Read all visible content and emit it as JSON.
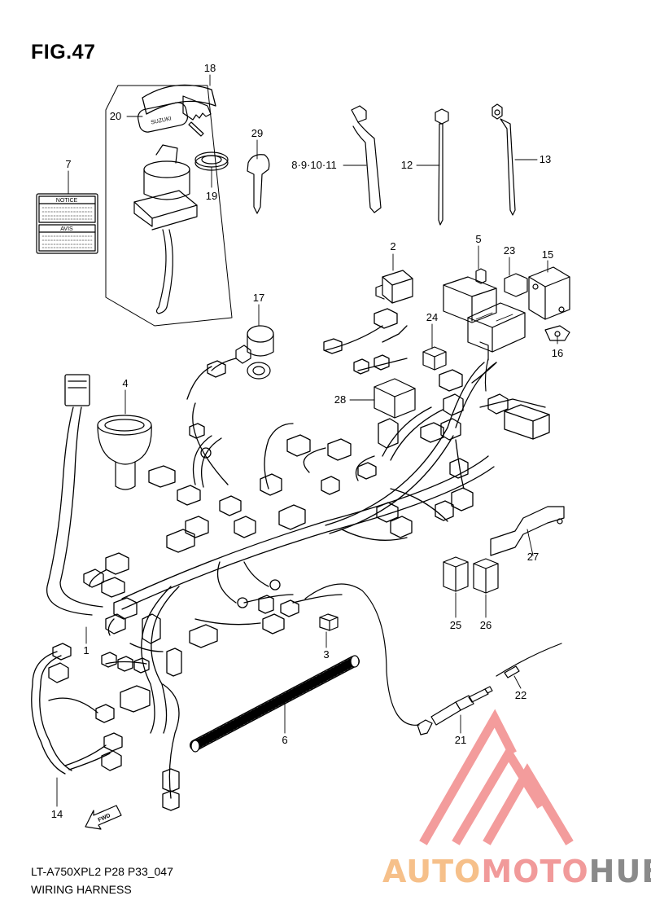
{
  "figure": {
    "title": "FIG.47",
    "code": "LT-A750XPL2 P28 P33_047",
    "name": "WIRING HARNESS"
  },
  "labels": {
    "notice": "NOTICE",
    "avis": "AVIS",
    "fwd": "FWD",
    "key_brand": "SUZUKI"
  },
  "callouts": [
    {
      "id": "c1",
      "text": "1"
    },
    {
      "id": "c2",
      "text": "2"
    },
    {
      "id": "c3",
      "text": "3"
    },
    {
      "id": "c4",
      "text": "4"
    },
    {
      "id": "c5",
      "text": "5"
    },
    {
      "id": "c6",
      "text": "6"
    },
    {
      "id": "c7",
      "text": "7"
    },
    {
      "id": "c8",
      "text": "8·9·10·11"
    },
    {
      "id": "c12",
      "text": "12"
    },
    {
      "id": "c13",
      "text": "13"
    },
    {
      "id": "c14",
      "text": "14"
    },
    {
      "id": "c15",
      "text": "15"
    },
    {
      "id": "c16",
      "text": "16"
    },
    {
      "id": "c17",
      "text": "17"
    },
    {
      "id": "c18",
      "text": "18"
    },
    {
      "id": "c19",
      "text": "19"
    },
    {
      "id": "c20",
      "text": "20"
    },
    {
      "id": "c21",
      "text": "21"
    },
    {
      "id": "c22",
      "text": "22"
    },
    {
      "id": "c23",
      "text": "23"
    },
    {
      "id": "c24",
      "text": "24"
    },
    {
      "id": "c25",
      "text": "25"
    },
    {
      "id": "c26",
      "text": "26"
    },
    {
      "id": "c27",
      "text": "27"
    },
    {
      "id": "c28",
      "text": "28"
    },
    {
      "id": "c29",
      "text": "29"
    }
  ],
  "watermark": {
    "part1": "AUTO",
    "part2": "MOTO",
    "part3": "HUB",
    "colors": {
      "part1": "#f6c08a",
      "part2": "#f19a9a",
      "part3": "#8a8a8a",
      "triangle": "#f28b8b"
    }
  }
}
